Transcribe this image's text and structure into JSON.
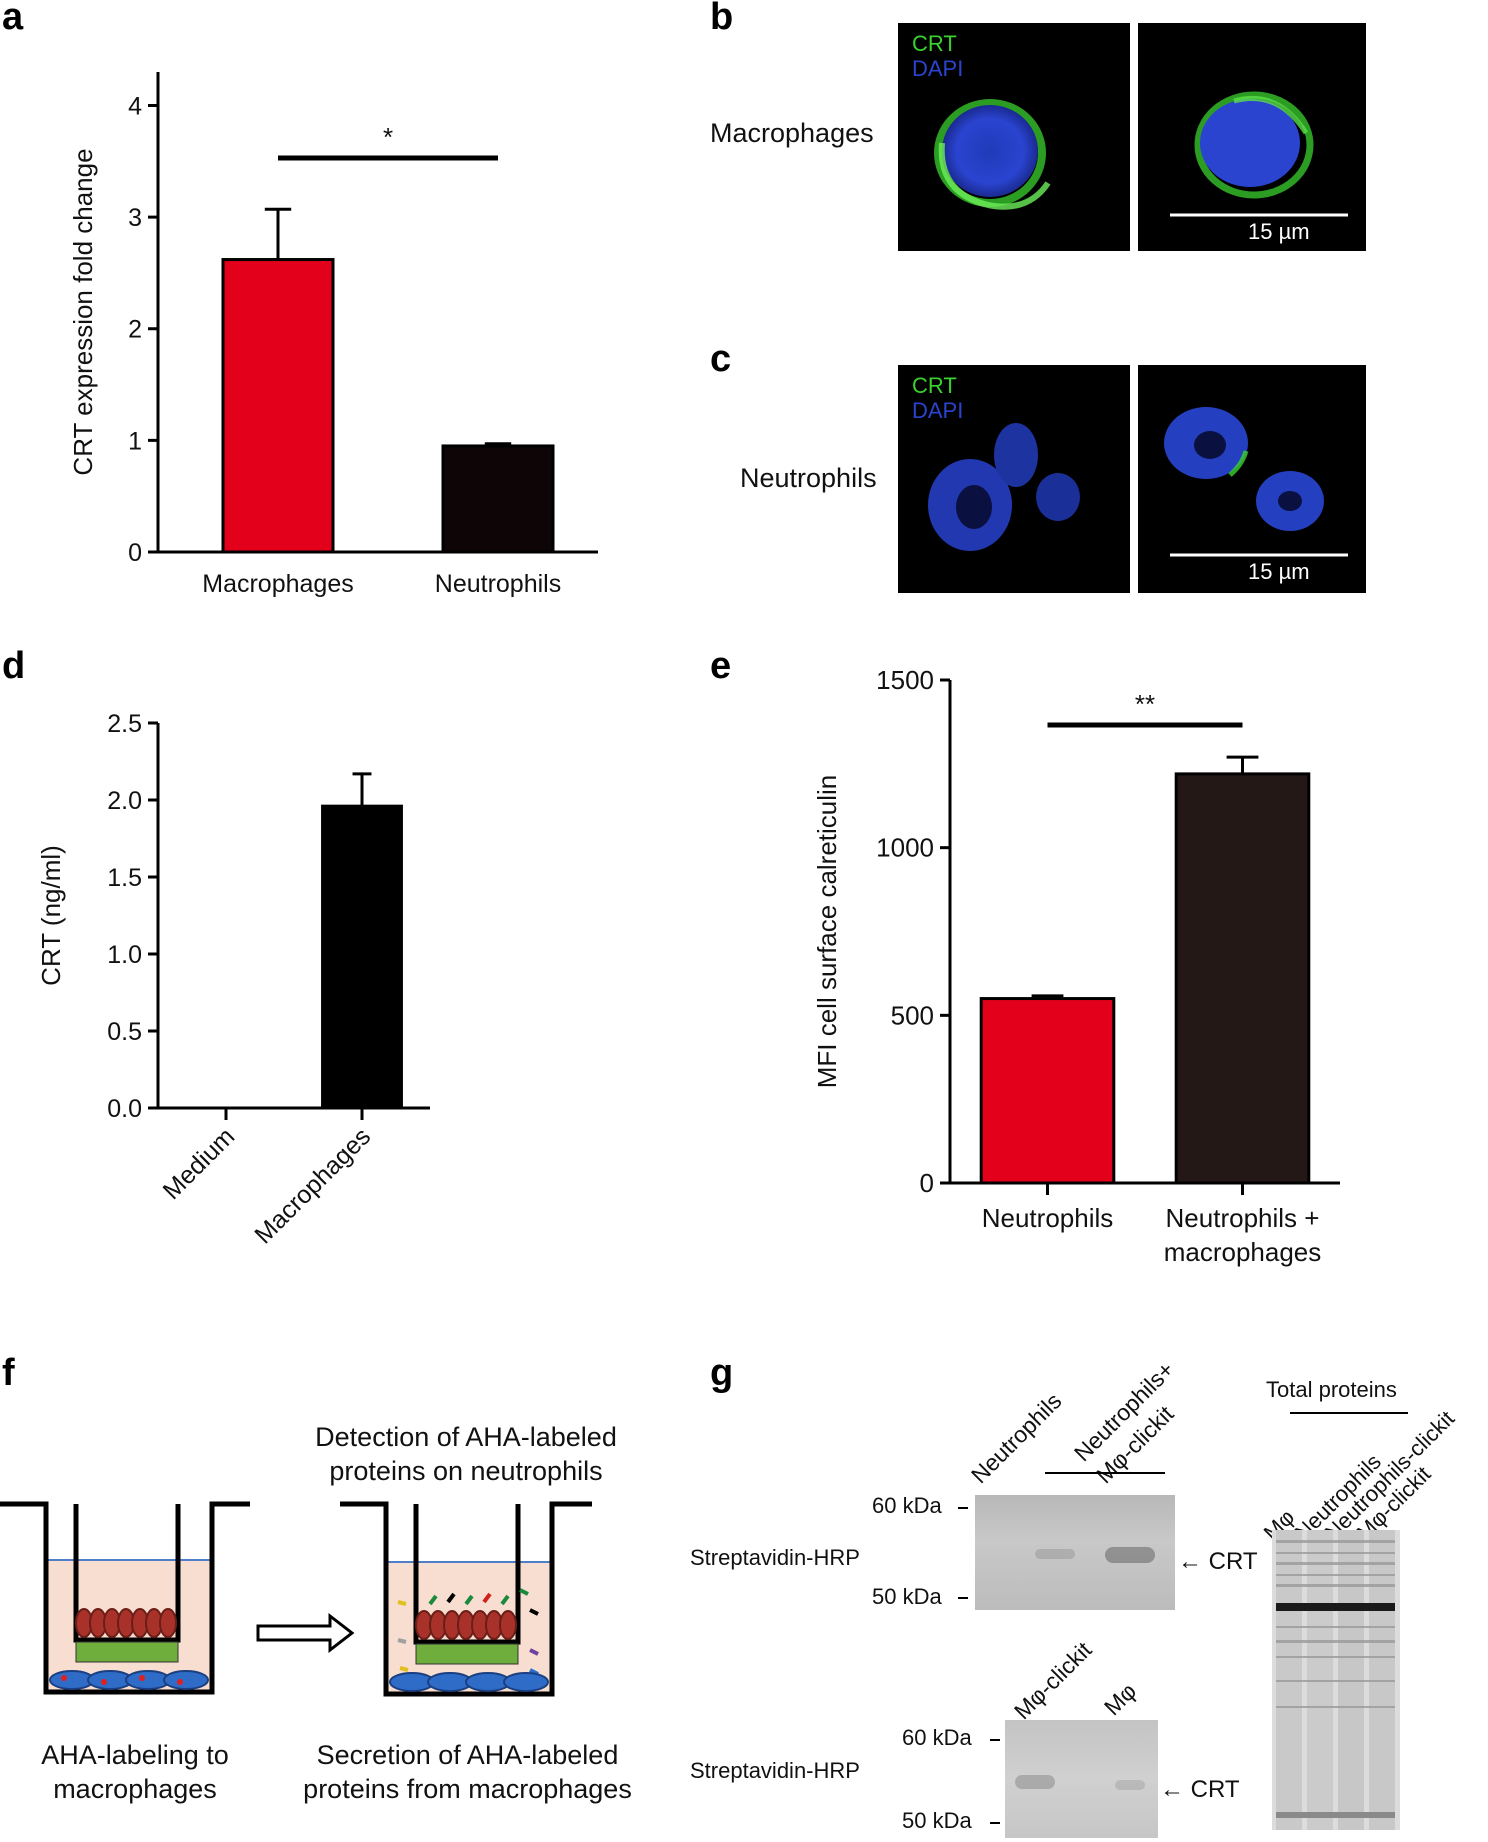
{
  "panels": {
    "a": "a",
    "b": "b",
    "c": "c",
    "d": "d",
    "e": "e",
    "f": "f",
    "g": "g"
  },
  "chart_data": [
    {
      "id": "a",
      "type": "bar",
      "categories": [
        "Macrophages",
        "Neutrophils"
      ],
      "values": [
        2.62,
        0.95
      ],
      "errors": [
        0.45,
        0.02
      ],
      "colors": [
        "#e3001b",
        "#0d0506"
      ],
      "ylabel": "CRT expression fold change",
      "xlabel": "",
      "ylim": [
        0,
        4.3
      ],
      "yticks": [
        0,
        1,
        2,
        3,
        4
      ],
      "significance": "*",
      "grid": false
    },
    {
      "id": "d",
      "type": "bar",
      "categories": [
        "Medium",
        "Macrophages"
      ],
      "values": [
        0.0,
        1.96
      ],
      "errors": [
        0.0,
        0.21
      ],
      "colors": [
        "#000000",
        "#000000"
      ],
      "ylabel": "CRT (ng/ml)",
      "xlabel": "",
      "ylim": [
        0,
        2.5
      ],
      "yticks": [
        "0.0",
        "0.5",
        "1.0",
        "1.5",
        "2.0",
        "2.5"
      ],
      "grid": false
    },
    {
      "id": "e",
      "type": "bar",
      "categories": [
        "Neutrophils",
        "Neutrophils + macrophages"
      ],
      "category_lines": [
        [
          "Neutrophils"
        ],
        [
          "Neutrophils +",
          "macrophages"
        ]
      ],
      "values": [
        550,
        1220
      ],
      "errors": [
        8,
        50
      ],
      "colors": [
        "#e3001b",
        "#231815"
      ],
      "ylabel": "MFI cell surface calreticulin",
      "xlabel": "",
      "ylim": [
        0,
        1500
      ],
      "yticks": [
        0,
        500,
        1000,
        1500
      ],
      "significance": "**",
      "grid": false
    }
  ],
  "panel_b": {
    "row_label": "Macrophages",
    "legend_crt": "CRT",
    "legend_dapi": "DAPI",
    "scale_bar": "15 µm",
    "crt_color": "#39d12e",
    "dapi_color": "#2a44d0"
  },
  "panel_c": {
    "row_label": "Neutrophils",
    "legend_crt": "CRT",
    "legend_dapi": "DAPI",
    "scale_bar": "15 µm"
  },
  "panel_f": {
    "top_caption_1": "Detection of AHA-labeled",
    "top_caption_2": "proteins on neutrophils",
    "left_caption_1": "AHA-labeling to",
    "left_caption_2": "macrophages",
    "right_caption_1": "Secretion of AHA-labeled",
    "right_caption_2": "proteins from macrophages"
  },
  "panel_g": {
    "blot1_lane1": "Neutrophils",
    "blot1_lane2a": "Neutrophils+",
    "blot1_lane2b": "Mφ-clickit",
    "blot1_label": "Streptavidin-HRP",
    "blot1_marker_60": "60 kDa",
    "blot1_marker_50": "50 kDa",
    "blot1_crt": "← CRT",
    "blot2_lane1": "Mφ-clickit",
    "blot2_lane2": "Mφ",
    "blot2_label": "Streptavidin-HRP",
    "blot2_marker_60": "60 kDa",
    "blot2_marker_50": "50 kDa",
    "blot2_crt": "← CRT",
    "total_title": "Total proteins",
    "total_lane1": "Mφ",
    "total_lane2": "Neutrophils",
    "total_lane3": "Neutrophils-clickit",
    "total_lane4": "Mφ-clickit"
  }
}
